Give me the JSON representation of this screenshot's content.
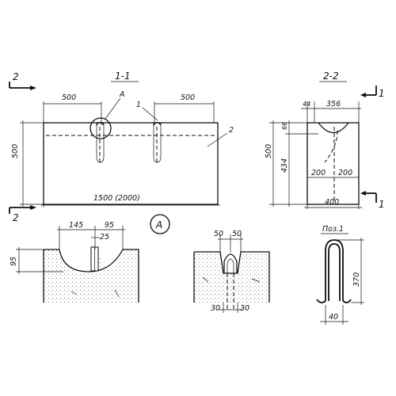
{
  "section_11": {
    "title": "1-1",
    "cut_label": "2",
    "dim_left_top": "500",
    "dim_right_top": "500",
    "callout_a": "A",
    "callout_1": "1",
    "callout_2": "2",
    "dim_height": "500",
    "dim_length": "1500 (2000)"
  },
  "section_22": {
    "title": "2-2",
    "cut_label": "1",
    "dim_top_small": "44",
    "dim_top": "356",
    "dim_groove": "66",
    "dim_height": "500",
    "dim_inner": "434",
    "dim_half_left": "200",
    "dim_half_right": "200",
    "dim_width": "400"
  },
  "detail_a": {
    "marker": "A",
    "dim_145": "145",
    "dim_95_top": "95",
    "dim_25": "25",
    "dim_95_side": "95"
  },
  "detail_groove": {
    "dim_50_left": "50",
    "dim_50_right": "50",
    "dim_30_left": "30",
    "dim_30_right": "30"
  },
  "pos1": {
    "title": "Поз.1",
    "dim_height": "370",
    "dim_width": "40"
  }
}
